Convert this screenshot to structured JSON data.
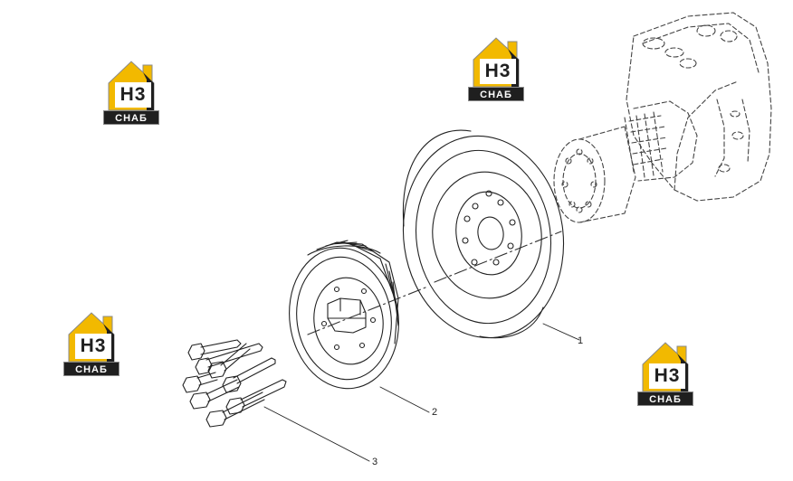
{
  "diagram": {
    "callouts": [
      "1",
      "2",
      "3"
    ]
  },
  "watermark": {
    "logo_mark": "H3",
    "logo_text": "СНАБ",
    "colors": {
      "yellow": "#f2b900",
      "dark": "#1f1f1f",
      "outline": "#8a8a8a"
    }
  },
  "colors": {
    "line": "#222222",
    "hidden_line": "#555555"
  }
}
